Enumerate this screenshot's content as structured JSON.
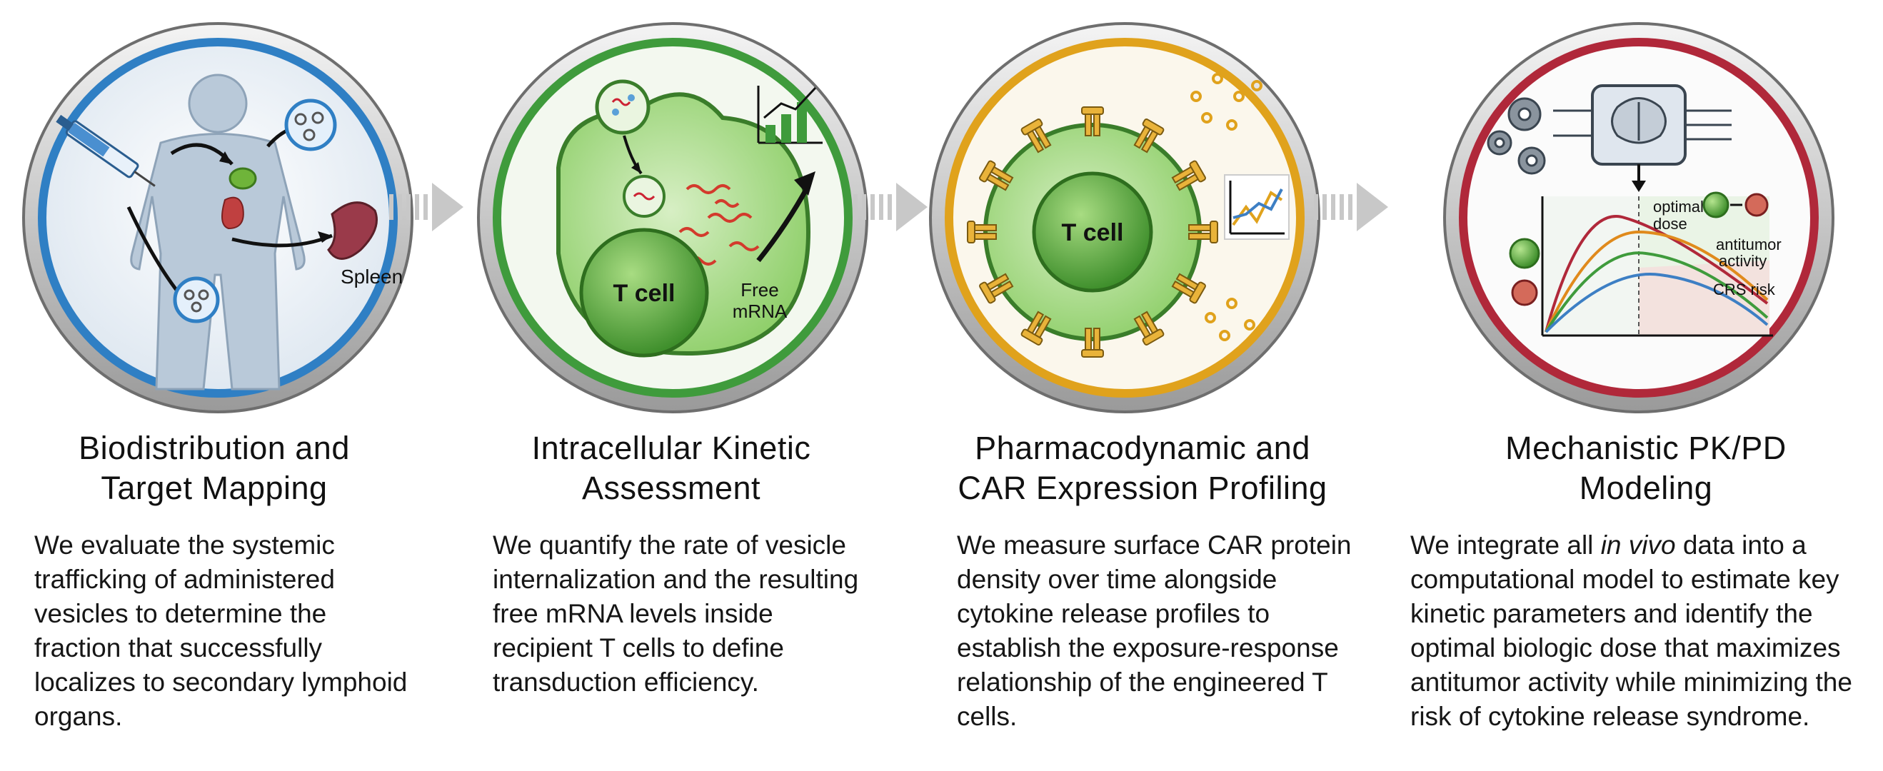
{
  "steps": [
    {
      "title_line1": "Biodistribution and",
      "title_line2": "Target Mapping",
      "description": "We evaluate the systemic trafficking of administered vesicles to determine the fraction that successfully localizes to secondary lymphoid organs.",
      "labels": {
        "spleen": "Spleen"
      },
      "ring_color": "#2f7fc4"
    },
    {
      "title_line1": "Intracellular Kinetic",
      "title_line2": "Assessment",
      "description": "We quantify the rate of vesicle internalization and the resulting free mRNA levels inside recipient T cells to define transduction efficiency.",
      "labels": {
        "t_cell": "T cell",
        "free": "Free",
        "mrna": "mRNA"
      },
      "ring_color": "#3f9b3c"
    },
    {
      "title_line1": "Pharmacodynamic and",
      "title_line2": "CAR Expression Profiling",
      "description": "We measure surface CAR protein density over time alongside cytokine release profiles to establish the exposure-response relationship of the engineered T cells.",
      "labels": {
        "t_cell": "T cell"
      },
      "ring_color": "#e0a21c"
    },
    {
      "title_line1": "Mechanistic PK/PD",
      "title_line2": "Modeling",
      "description_before": "We integrate all ",
      "description_italic": "in vivo",
      "description_after": " data into a computational model to estimate key kinetic parameters and identify the optimal biologic dose that maximizes antitumor activity while minimizing the risk of cytokine release syndrome.",
      "labels": {
        "optimal": "optimal",
        "dose": "dose",
        "antitumor": "antitumor",
        "activity": "activity",
        "crs": "CRS risk"
      },
      "ring_color": "#b0283a"
    }
  ],
  "icons": [
    "syringe-icon",
    "human-silhouette-icon",
    "spleen-icon",
    "vesicle-icon",
    "bar-chart-icon",
    "trend-arrow-icon",
    "gear-icon",
    "brain-chip-icon",
    "line-chart-icon",
    "arrow-right-icon"
  ]
}
